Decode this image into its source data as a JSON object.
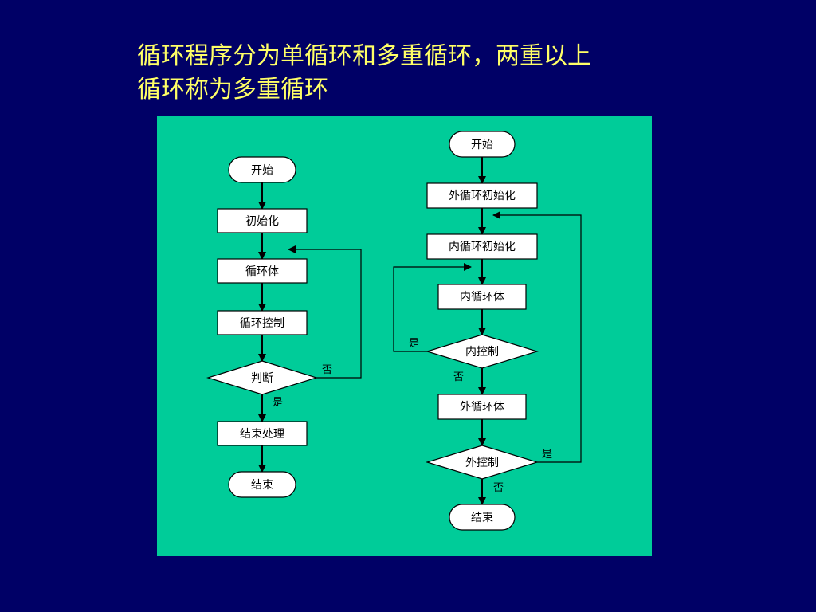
{
  "heading": {
    "line1": "循环程序分为单循环和多重循环，两重以上",
    "line2": "循环称为多重循环"
  },
  "colors": {
    "background": "#000066",
    "heading_text": "#ffff66",
    "panel": "#00cc99"
  },
  "single_loop": {
    "start": "开始",
    "init": "初始化",
    "body": "循环体",
    "control": "循环控制",
    "decision": "判断",
    "no_label": "否",
    "yes_label": "是",
    "finish_process": "结束处理",
    "end": "结束"
  },
  "nested_loop": {
    "start": "开始",
    "outer_init": "外循环初始化",
    "inner_init": "内循环初始化",
    "inner_body": "内循环体",
    "inner_control": "内控制",
    "inner_yes_label": "是",
    "inner_no_label": "否",
    "outer_body": "外循环体",
    "outer_control": "外控制",
    "outer_yes_label": "是",
    "outer_no_label": "否",
    "end": "结束"
  }
}
